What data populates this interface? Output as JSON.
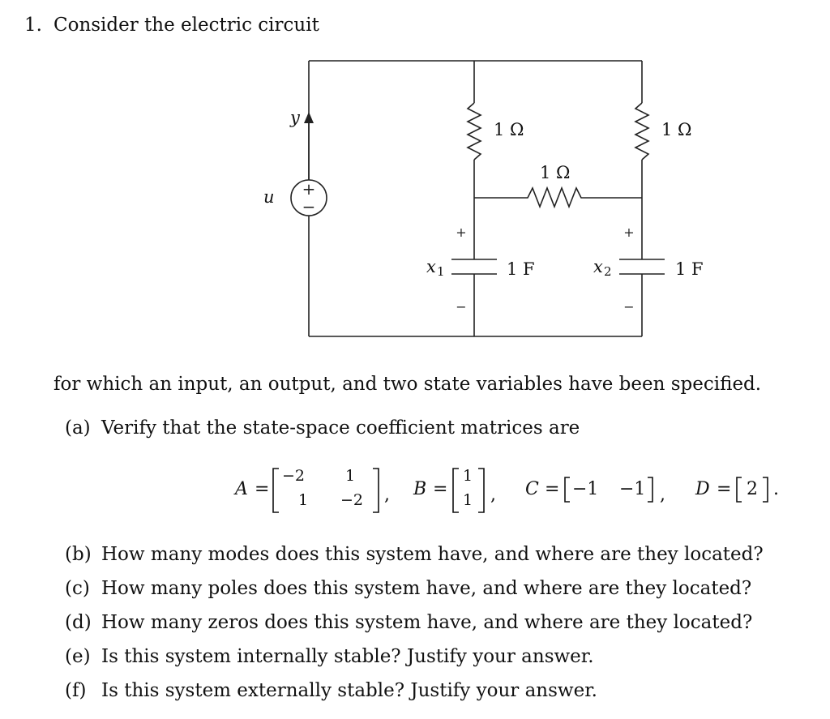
{
  "problem": {
    "number": "1.",
    "intro": "Consider the electric circuit",
    "after_circuit": "for which an input, an output, and two state variables have been specified."
  },
  "circuit": {
    "r1_label": "1 Ω",
    "r2_label": "1 Ω",
    "r3_label": "1 Ω",
    "c1_label": "1 F",
    "c2_label": "1 F",
    "source_label": "u",
    "output_label": "y",
    "x1_label": "x",
    "x1_sub": "1",
    "x2_label": "x",
    "x2_sub": "2",
    "plus": "+",
    "minus": "−"
  },
  "parts": [
    {
      "tag": "(a)",
      "text": "Verify that the state-space coefficient matrices are"
    },
    {
      "tag": "(b)",
      "text": "How many modes does this system have, and where are they located?"
    },
    {
      "tag": "(c)",
      "text": "How many poles does this system have, and where are they located?"
    },
    {
      "tag": "(d)",
      "text": "How many zeros does this system have, and where are they located?"
    },
    {
      "tag": "(e)",
      "text": "Is this system internally stable? Justify your answer."
    },
    {
      "tag": "(f)",
      "text": "Is this system externally stable? Justify your answer."
    }
  ],
  "matrices": {
    "A_name": "A",
    "A": [
      [
        "−2",
        "1"
      ],
      [
        "1",
        "−2"
      ]
    ],
    "B_name": "B",
    "B": [
      "1",
      "1"
    ],
    "C_name": "C",
    "C": [
      "−1",
      "−1"
    ],
    "D_name": "D",
    "D": "2",
    "equals": "=",
    "comma": ",",
    "period": "."
  }
}
